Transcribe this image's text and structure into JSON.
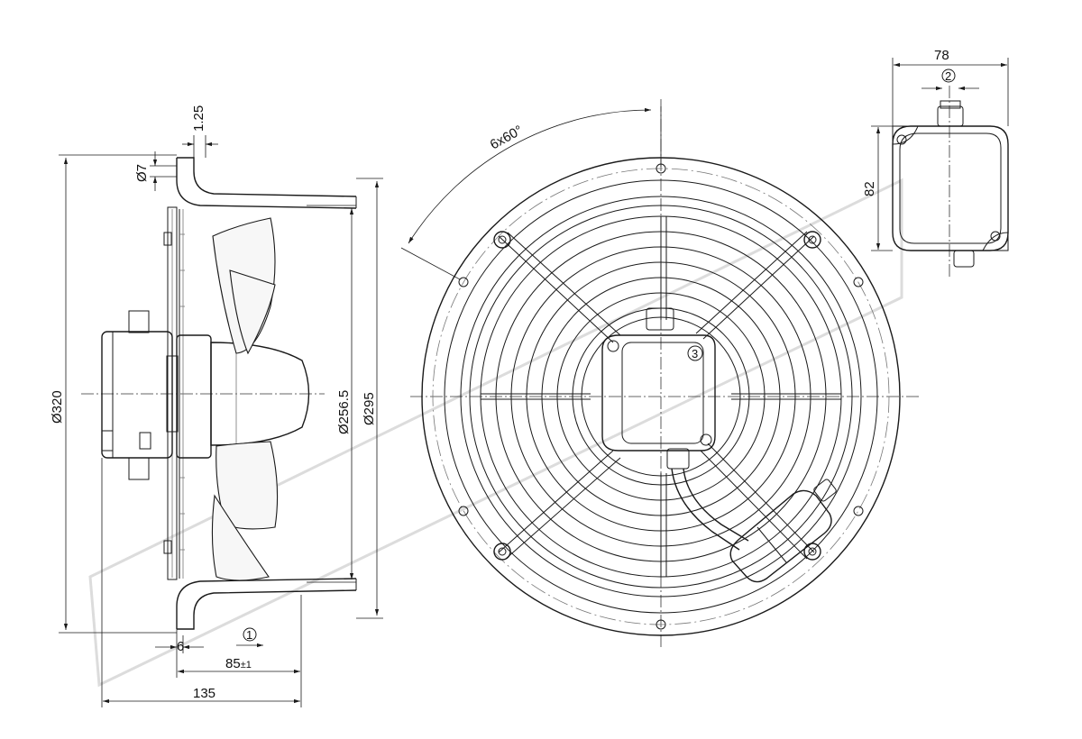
{
  "side_view": {
    "dim_flange_thickness": "1.25",
    "dim_hole_diameter": "Ø7",
    "dim_outer_diameter": "Ø320",
    "dim_ring_inner_diameter": "Ø256.5",
    "dim_ring_diameter": "Ø295",
    "dim_lip": "6",
    "dim_depth_nominal": "85",
    "dim_depth_tolerance": "±1",
    "dim_total_depth": "135",
    "callout_airflow": "1"
  },
  "front_view": {
    "dim_hole_pattern": "6x60°",
    "callout_terminal_box": "3"
  },
  "terminal_box_view": {
    "dim_width": "78",
    "dim_height": "82",
    "callout_gland": "2"
  }
}
